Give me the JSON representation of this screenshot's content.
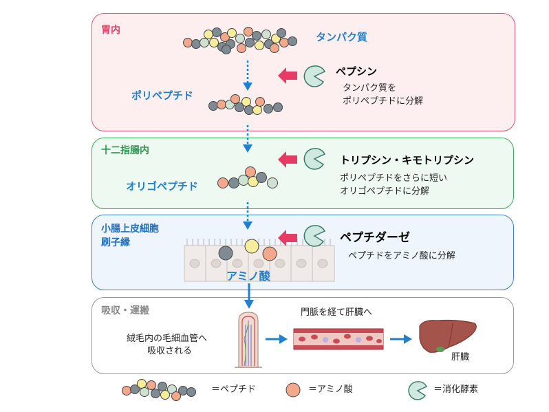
{
  "colors": {
    "stomach_bg": "#fdeef0",
    "stomach_border": "#e0556f",
    "duodenum_bg": "#eef9f2",
    "duodenum_border": "#3aaa5c",
    "intestine_bg": "#eef5fc",
    "intestine_border": "#3b7fc4",
    "absorb_bg": "#ffffff",
    "absorb_border": "#999999",
    "bead_gray": "#7f8b92",
    "bead_yellow": "#f6ee9a",
    "bead_orange": "#f3a88c",
    "bead_green": "#cfe2d2",
    "arrow_blue": "#1f7fd1",
    "arrow_pink": "#e83b63",
    "enzyme": "#cfe9e0"
  },
  "sections": {
    "stomach": {
      "label": "胃内",
      "substrate": "タンパク質",
      "product": "ポリペプチド",
      "enzyme": "ペプシン",
      "desc_line1": "タンパク質を",
      "desc_line2": "ポリペプチドに分解"
    },
    "duodenum": {
      "label": "十二指腸内",
      "product": "オリゴペプチド",
      "enzyme": "トリプシン・キモトリプシン",
      "desc_line1": "ポリペプチドをさらに短い",
      "desc_line2": "オリゴペプチドに分解"
    },
    "intestine": {
      "label_line1": "小腸上皮細胞",
      "label_line2": "刷子縁",
      "product": "アミノ酸",
      "enzyme": "ペプチダーゼ",
      "desc": "ペプチドをアミノ酸に分解"
    },
    "absorption": {
      "label": "吸収・運搬",
      "desc_line1": "絨毛内の毛細血管へ",
      "desc_line2": "吸収される",
      "portal": "門脈を経て肝臓へ",
      "liver": "肝臓"
    }
  },
  "legend": {
    "peptide": "＝ペプチド",
    "amino_acid": "＝アミノ酸",
    "enzyme": "＝消化酵素"
  }
}
